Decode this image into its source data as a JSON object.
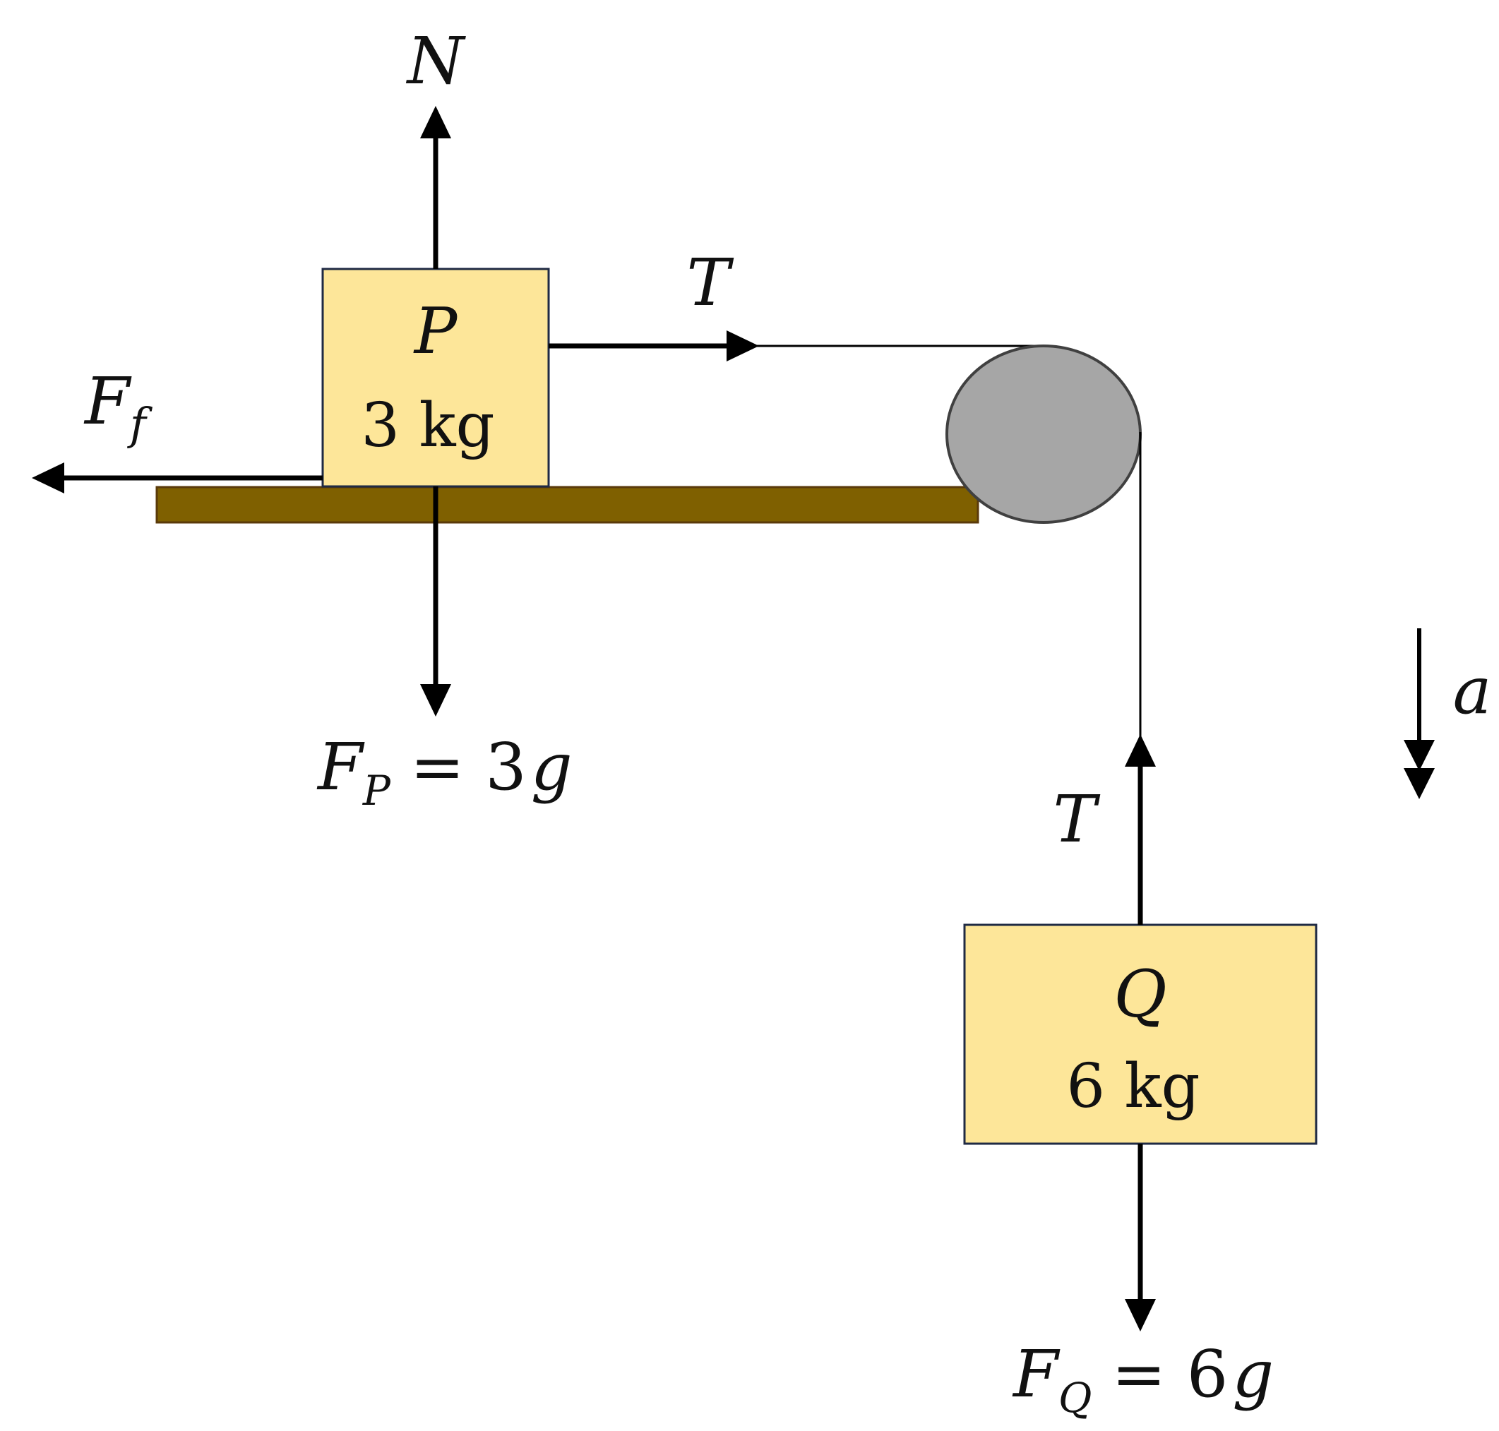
{
  "colors": {
    "block_fill": "#FDE699",
    "block_stroke": "#1F2A44",
    "table_fill": "#7F6000",
    "table_stroke": "#5A3A0A",
    "pulley_fill": "#A6A6A6",
    "pulley_stroke": "#404040",
    "ink": "#000000"
  },
  "block_p": {
    "name": "P",
    "mass": "3 kg"
  },
  "block_q": {
    "name": "Q",
    "mass": "6 kg"
  },
  "forces": {
    "normal": "N",
    "tension_p": "T",
    "tension_q": "T",
    "friction": {
      "symbol": "F",
      "subscript": "f"
    },
    "weight_p": {
      "symbol": "F",
      "subscript": "P",
      "rhs": "= 3",
      "g": "g"
    },
    "weight_q": {
      "symbol": "F",
      "subscript": "Q",
      "rhs": "= 6",
      "g": "g"
    }
  },
  "acceleration": "a"
}
